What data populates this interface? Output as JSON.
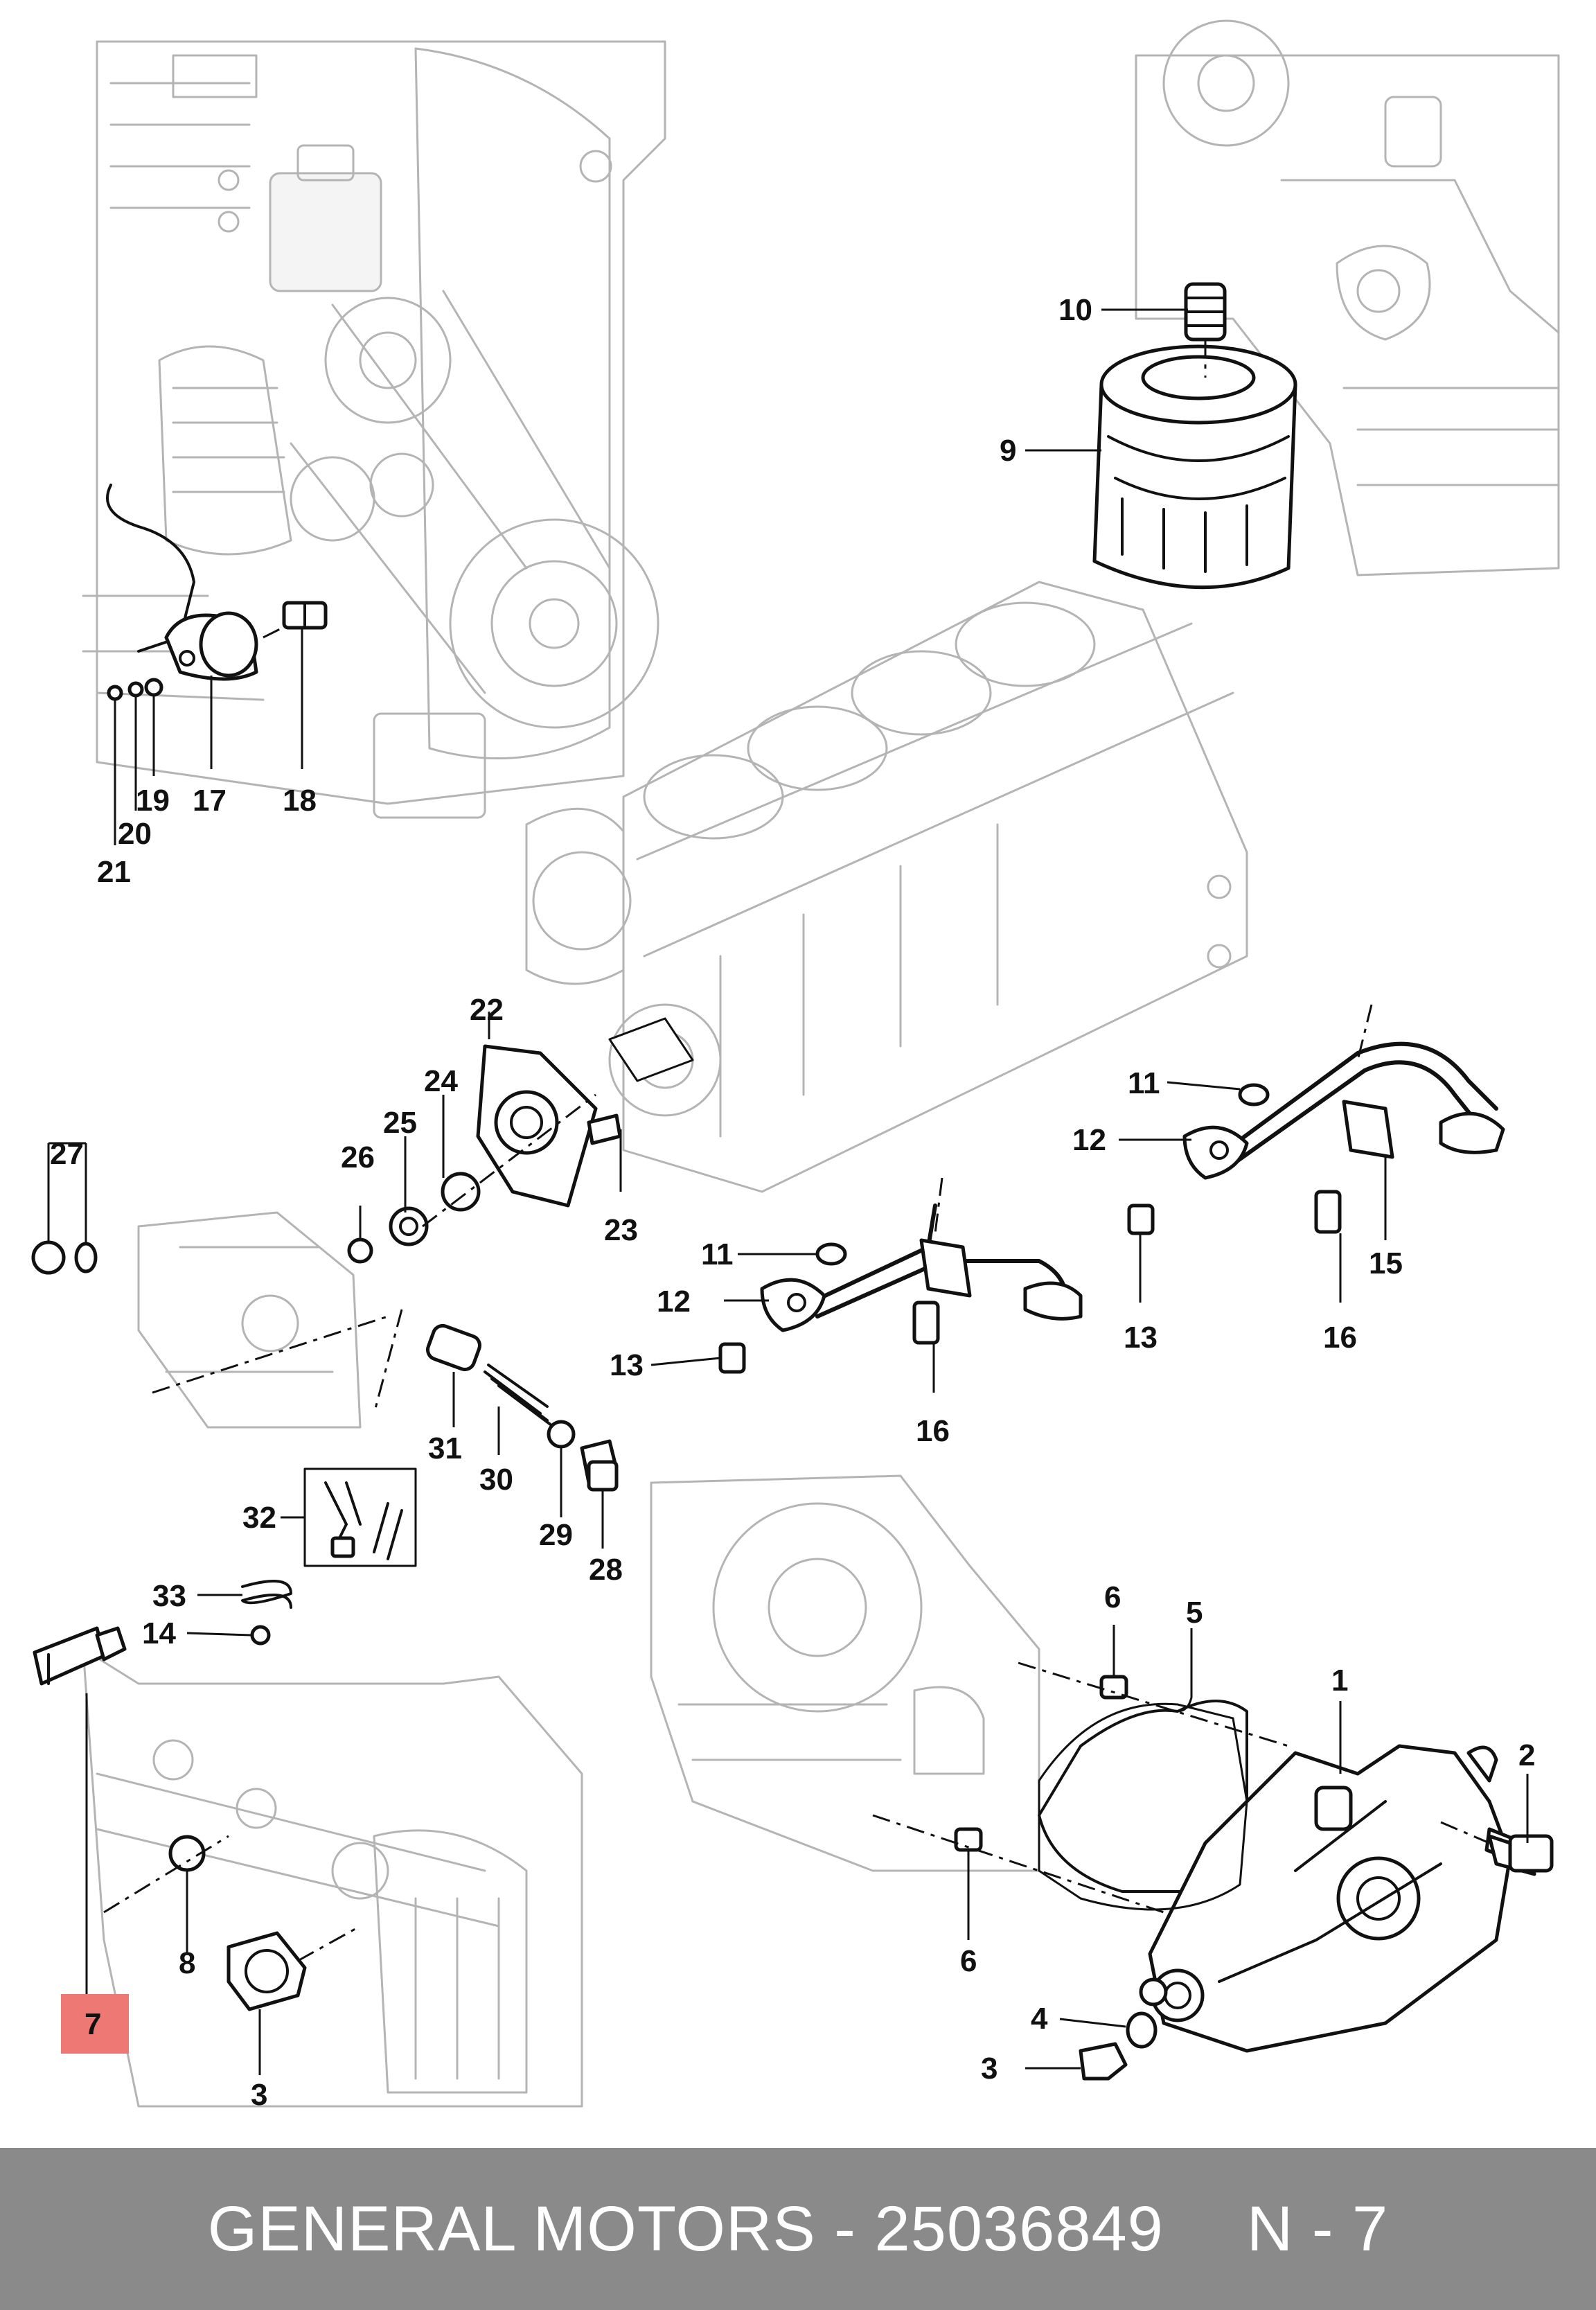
{
  "callouts": {
    "c1": "1",
    "c2": "2",
    "c3a": "3",
    "c3b": "3",
    "c4": "4",
    "c5": "5",
    "c6a": "6",
    "c6b": "6",
    "c7": "7",
    "c8": "8",
    "c9": "9",
    "c10": "10",
    "c11a": "11",
    "c11b": "11",
    "c12a": "12",
    "c12b": "12",
    "c13a": "13",
    "c13b": "13",
    "c14": "14",
    "c15": "15",
    "c16a": "16",
    "c16b": "16",
    "c17": "17",
    "c18": "18",
    "c19": "19",
    "c20": "20",
    "c21": "21",
    "c22": "22",
    "c23": "23",
    "c24": "24",
    "c25": "25",
    "c26": "26",
    "c27": "27",
    "c28": "28",
    "c29": "29",
    "c30": "30",
    "c31": "31",
    "c32": "32",
    "c33": "33"
  },
  "highlight": {
    "part": "7",
    "color": "#ee7873"
  },
  "footer": {
    "brand_part": "GENERAL MOTORS - 25036849",
    "position": "N - 7"
  },
  "colors": {
    "footer_bg": "#8a8a8a",
    "footer_text": "#ffffff",
    "line": "#111111",
    "ghost": "#b4b4b4"
  }
}
